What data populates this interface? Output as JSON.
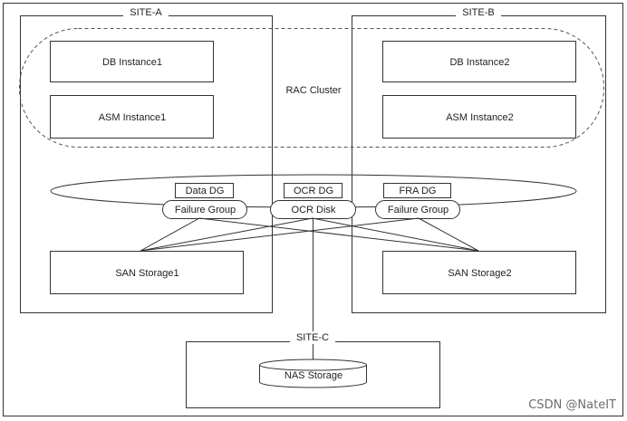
{
  "sites": {
    "a": "SITE-A",
    "b": "SITE-B",
    "c": "SITE-C"
  },
  "cluster": {
    "label": "RAC Cluster"
  },
  "instances": {
    "db1": "DB Instance1",
    "db2": "DB Instance2",
    "asm1": "ASM Instance1",
    "asm2": "ASM Instance2"
  },
  "disk_groups": {
    "data": "Data DG",
    "ocr": "OCR DG",
    "fra": "FRA DG"
  },
  "groups": {
    "fg1": "Failure Group",
    "ocr_disk": "OCR Disk",
    "fg2": "Failure Group"
  },
  "storage": {
    "san1": "SAN Storage1",
    "san2": "SAN Storage2",
    "nas": "NAS Storage"
  },
  "watermark": "CSDN @NateIT"
}
